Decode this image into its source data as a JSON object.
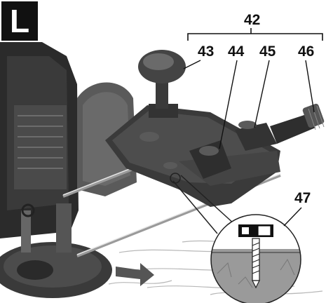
{
  "figure": {
    "panel_label": "L",
    "callouts": {
      "c42": "42",
      "c43": "43",
      "c44": "44",
      "c45": "45",
      "c46": "46",
      "c47": "47"
    }
  },
  "colors": {
    "guide_body": "#3a3a3a",
    "router_body": "#2b2b2b",
    "knob": "#444444",
    "metal": "#d8d8d8",
    "background_wood": "#cccccc",
    "arrow_fill": "#555555",
    "detail_ground": "#9a9a9a"
  },
  "icons": {
    "feed_direction": "arrow-right-icon",
    "detail_zoom": "magnifier-circle-icon"
  }
}
